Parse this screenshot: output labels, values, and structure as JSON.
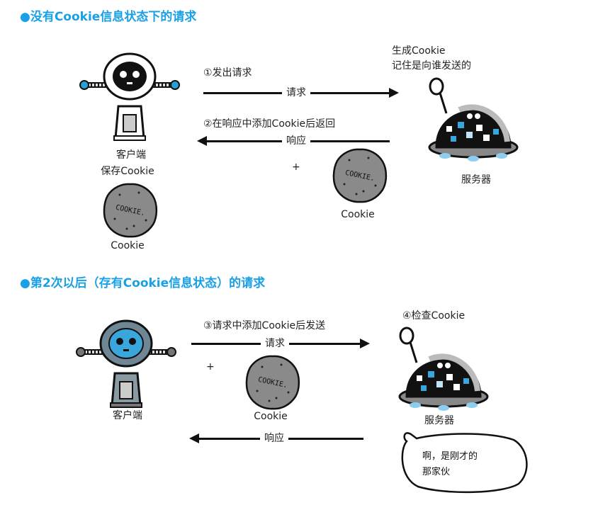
{
  "section1": {
    "title": "●没有Cookie信息状态下的请求",
    "client_label": "客户端",
    "client_note": "保存Cookie",
    "client_cookie_label": "Cookie",
    "step1": "①发出请求",
    "request_label": "请求",
    "step2": "②在响应中添加Cookie后返回",
    "response_label": "响应",
    "plus": "+",
    "response_cookie_label": "Cookie",
    "server_note_line1": "生成Cookie",
    "server_note_line2": "记住是向谁发送的",
    "server_label": "服务器"
  },
  "section2": {
    "title": "●第2次以后（存有Cookie信息状态）的请求",
    "client_label": "客户端",
    "step3": "③请求中添加Cookie后发送",
    "request_label": "请求",
    "plus": "+",
    "cookie_label": "Cookie",
    "step4": "④检查Cookie",
    "server_label": "服务器",
    "response_label": "响应",
    "bubble_line1": "啊，是刚才的",
    "bubble_line2": "那家伙"
  },
  "cookie_lettering": "COOKIE.",
  "colors": {
    "title": "#1aa0e6",
    "accent_blue": "#3aa7dc"
  }
}
